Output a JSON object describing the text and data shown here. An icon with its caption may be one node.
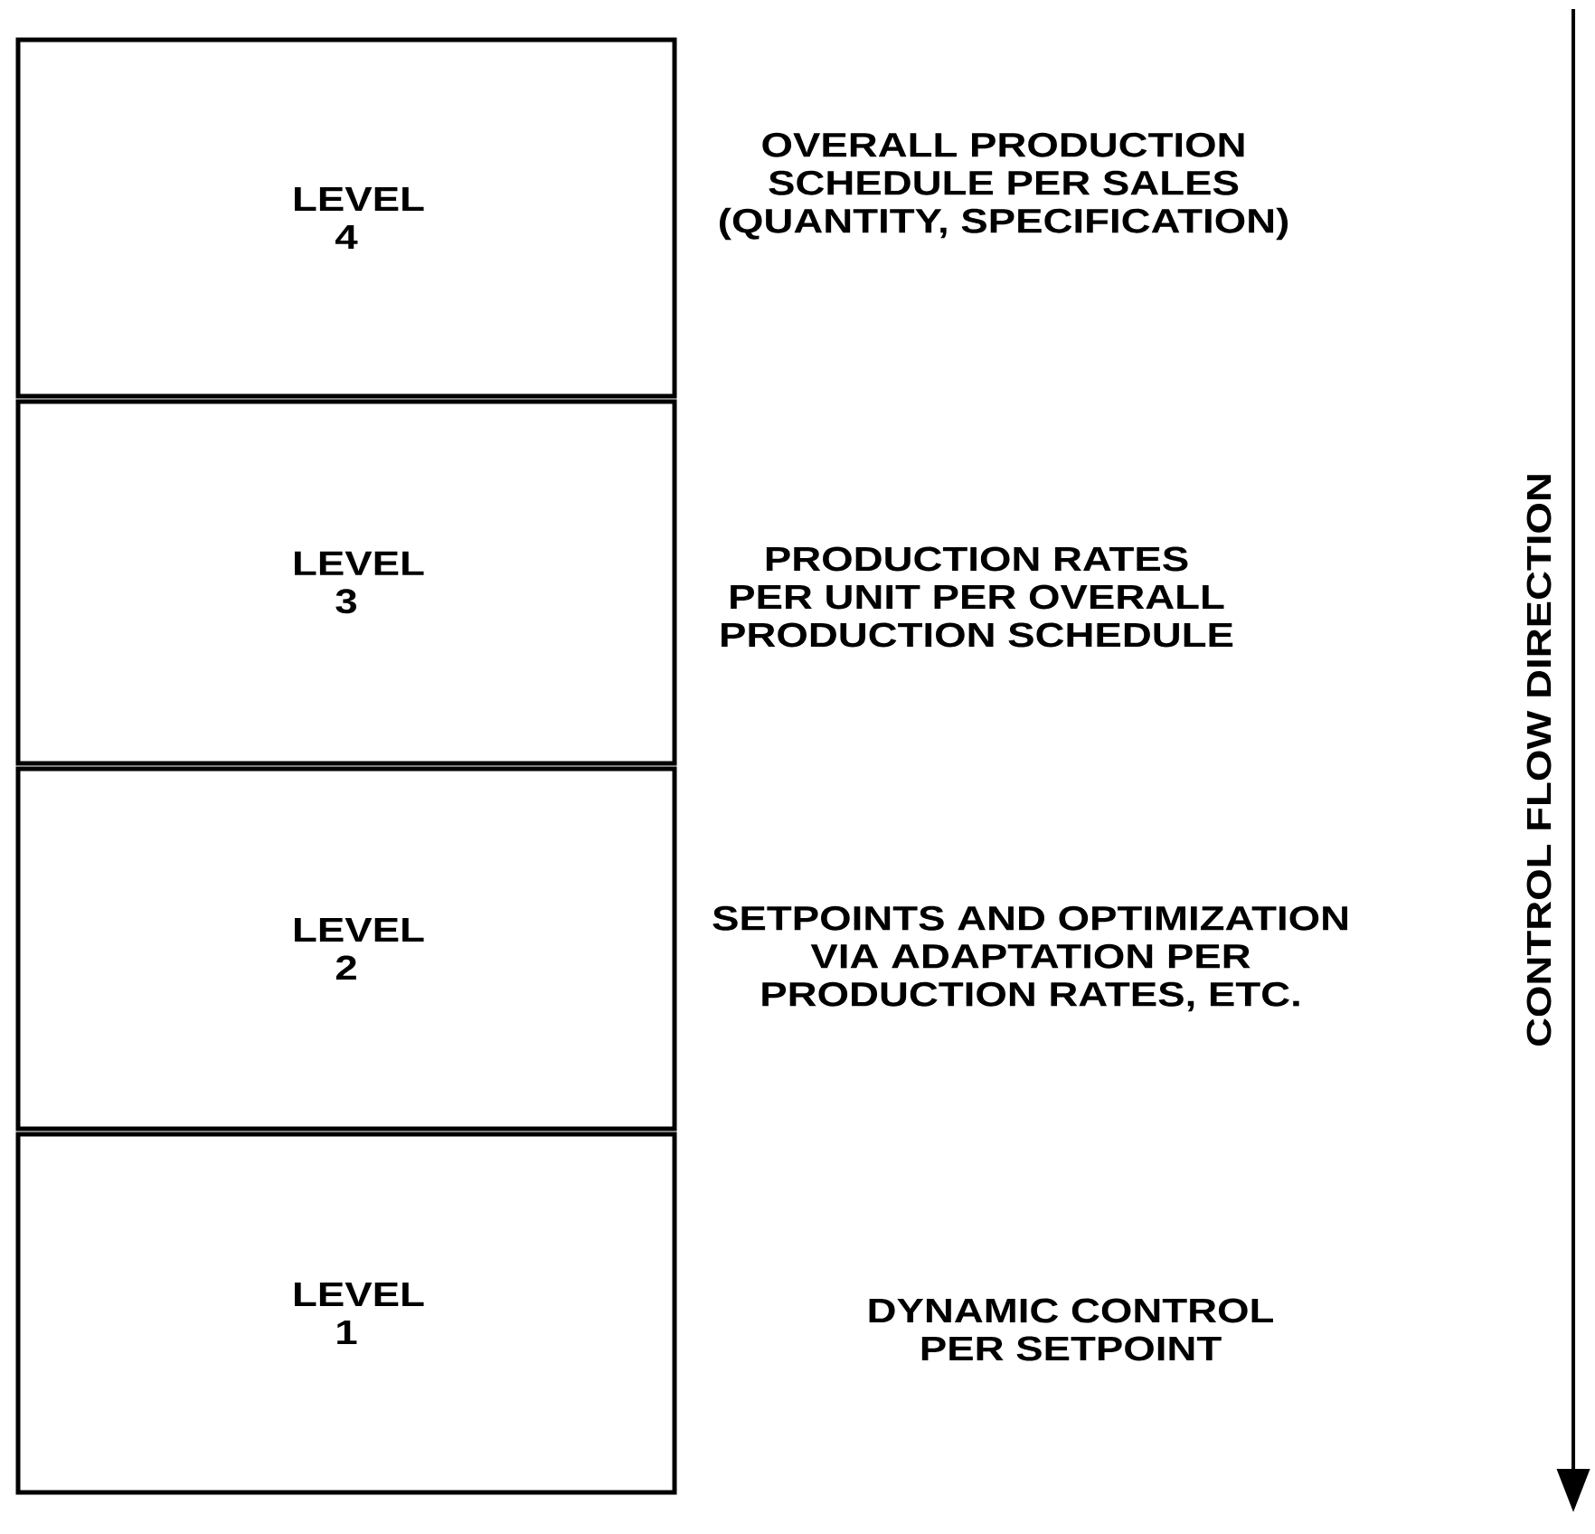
{
  "diagram": {
    "nodes": [
      {
        "text": [
          "LEVEL 4"
        ]
      },
      {
        "text": [
          "LEVEL 3"
        ]
      },
      {
        "text": [
          "LEVEL 2"
        ]
      },
      {
        "text": [
          "LEVEL 1"
        ]
      }
    ],
    "labels": [
      "OVERALL PRODUCTION SCHEDULE PER SALES (QUANTITY, SPECIFICATION)",
      "PRODUCTION RATES PER UNIT PER OVERALL PRODUCTION SCHEDULE",
      "SETPOINTS AND OPTIMIZATION VIA ADAPTATION PER PRODUCTION RATES, ETC.",
      "DYNAMIC CONTROL PER SETPOINT",
      "CONTROL FLOW DIRECTION"
    ]
  }
}
